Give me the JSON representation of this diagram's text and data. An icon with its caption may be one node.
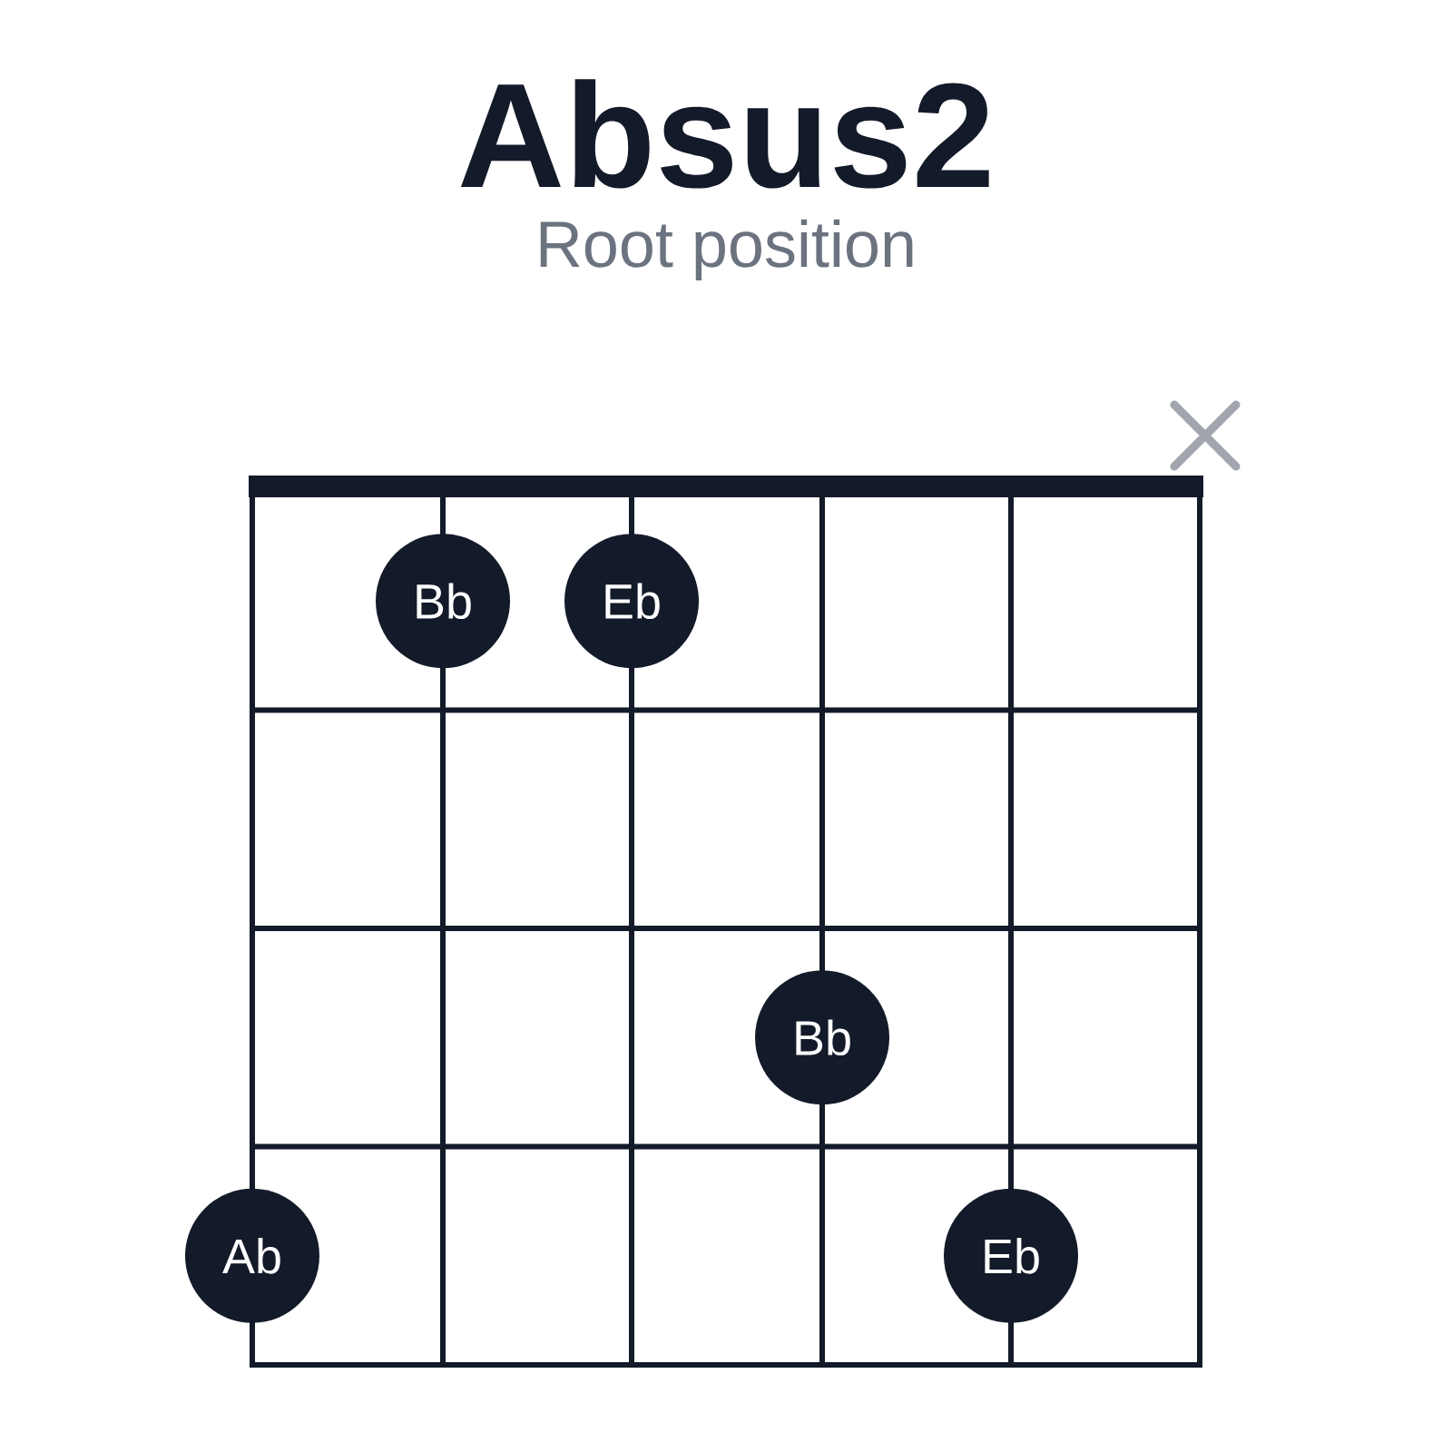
{
  "diagram": {
    "title": "Absus2",
    "nodes": [
      {
        "text": [
          "Bb"
        ]
      },
      {
        "text": [
          "Eb"
        ]
      },
      {
        "text": [
          "Bb"
        ]
      },
      {
        "text": [
          "Ab"
        ]
      },
      {
        "text": [
          "Eb"
        ]
      }
    ],
    "labels": [
      "Root position"
    ]
  }
}
